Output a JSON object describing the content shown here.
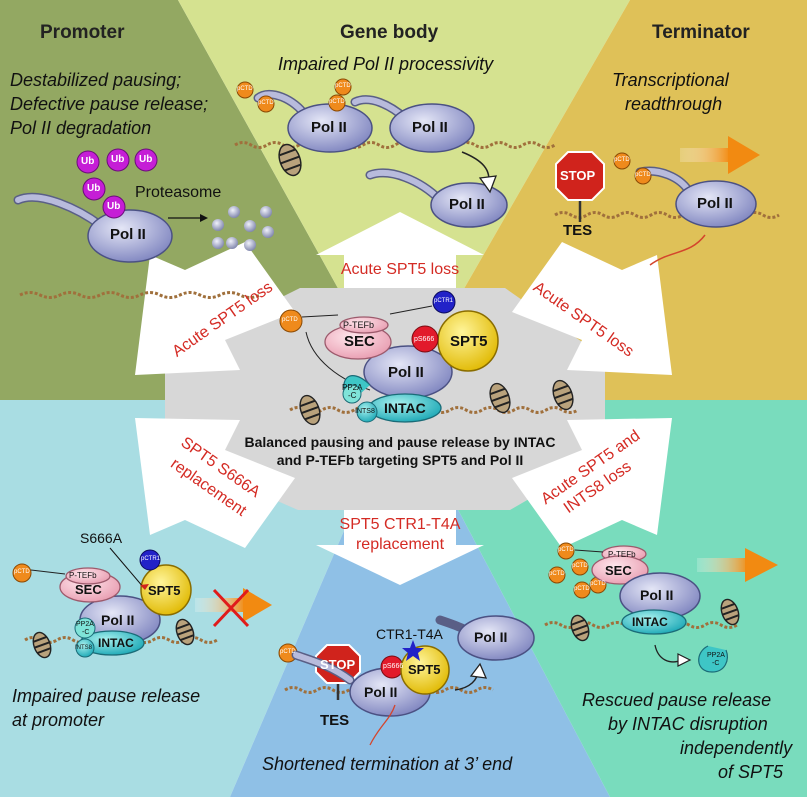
{
  "panels": {
    "promoter": {
      "heading": "Promoter",
      "caption_lines": [
        "Destabilized pausing;",
        "Defective pause release;",
        "Pol II degradation"
      ],
      "proteasome_label": "Proteasome",
      "ub_label": "Ub"
    },
    "gene_body": {
      "heading": "Gene body",
      "caption": "Impaired Pol II processivity"
    },
    "terminator": {
      "heading": "Terminator",
      "caption_lines": [
        "Transcriptional",
        "readthrough"
      ],
      "stop_label": "STOP",
      "tes_label": "TES"
    },
    "bottom_left": {
      "caption_lines": [
        "Impaired pause release",
        "at promoter"
      ],
      "mutation_label": "S666A"
    },
    "bottom_center": {
      "caption": "Shortened termination at 3’ end",
      "mutation_label": "CTR1-T4A",
      "stop_label": "STOP",
      "tes_label": "TES"
    },
    "bottom_right": {
      "caption_lines": [
        "Rescued pause release",
        "by INTAC disruption",
        "independently",
        "of SPT5"
      ]
    }
  },
  "center": {
    "caption_lines": [
      "Balanced pausing and pause release by INTAC",
      "and P-TEFb targeting SPT5 and Pol II"
    ]
  },
  "arrows": {
    "top": "Acute SPT5 loss",
    "upper_left": "Acute SPT5 loss",
    "upper_right": "Acute SPT5 loss",
    "lower_left_lines": [
      "SPT5 S666A",
      "replacement"
    ],
    "bottom_lines": [
      "SPT5 CTR1-T4A",
      "replacement"
    ],
    "lower_right_lines": [
      "Acute SPT5 and",
      "INTS8 loss"
    ]
  },
  "molecules": {
    "pol2": "Pol II",
    "spt5": "SPT5",
    "sec": "SEC",
    "ptefb": "P-TEFb",
    "intac": "INTAC",
    "pctd": "pCTD",
    "pctr1": "pCTR1",
    "ps666": "pS666",
    "pp2a": "PP2A",
    "pp2a_c": "-C",
    "ints8": "INTS8"
  },
  "colors": {
    "promoter_bg": "#93a862",
    "gene_body_bg": "#d5e290",
    "terminator_bg": "#dfc158",
    "bottom_left_bg": "#a9dde3",
    "bottom_center_bg": "#8fc0e6",
    "bottom_right_bg": "#79dcbd",
    "center_bg": "#d7d7d7",
    "label_red": "#d42b24",
    "pol2": "#a9aed8",
    "spt5": "#f2d21a",
    "intac": "#3ec6c6",
    "pctd": "#ef8a1c",
    "ub": "#c51ed6",
    "stop": "#d0231c",
    "orange_arrow": "#f28a11"
  }
}
